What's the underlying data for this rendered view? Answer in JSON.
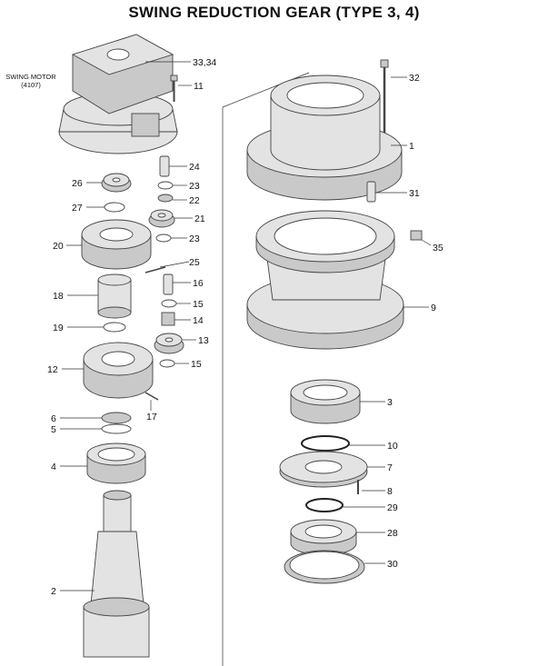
{
  "title": "SWING REDUCTION GEAR (TYPE 3, 4)",
  "motor": {
    "line1": "SWING MOTOR",
    "line2": "(4107)"
  },
  "parts": {
    "p1": "1",
    "p2": "2",
    "p3l": "3",
    "p4": "4",
    "p5": "5",
    "p6": "6",
    "p7": "7",
    "p8": "8",
    "p9": "9",
    "p10": "10",
    "p11": "11",
    "p12": "12",
    "p13": "13",
    "p14": "14",
    "p15a": "15",
    "p15b": "15",
    "p16": "16",
    "p17": "17",
    "p18": "18",
    "p19": "19",
    "p20": "20",
    "p21": "21",
    "p22": "22",
    "p23a": "23",
    "p23b": "23",
    "p24": "24",
    "p25": "25",
    "p26": "26",
    "p27": "27",
    "p28": "28",
    "p29": "29",
    "p30": "30",
    "p31": "31",
    "p32": "32",
    "p33_34": "33,34",
    "p35": "35"
  }
}
